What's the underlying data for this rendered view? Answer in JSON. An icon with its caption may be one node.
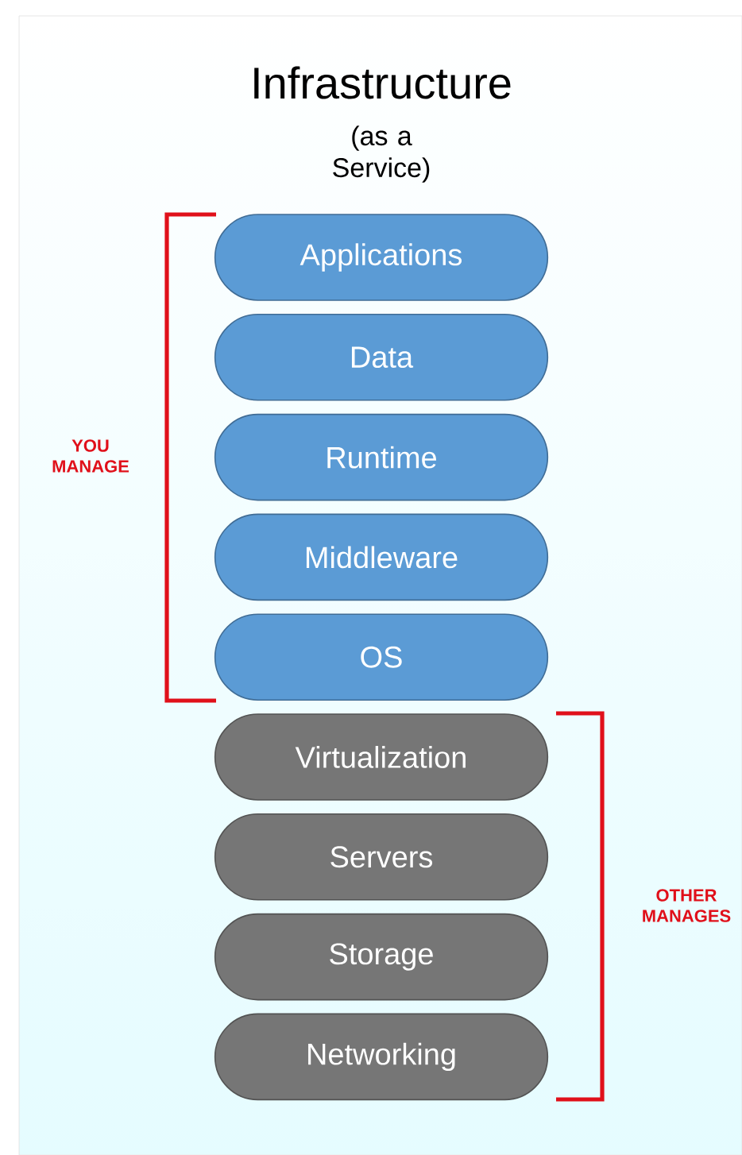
{
  "diagram": {
    "title": "Infrastructure",
    "nodes": [
      {
        "text": [
          "Applications"
        ]
      },
      {
        "text": [
          "Data"
        ]
      },
      {
        "text": [
          "Runtime"
        ]
      },
      {
        "text": [
          "Middleware"
        ]
      },
      {
        "text": [
          "OS"
        ]
      },
      {
        "text": [
          "Virtualization"
        ]
      },
      {
        "text": [
          "Servers"
        ]
      },
      {
        "text": [
          "Storage"
        ]
      },
      {
        "text": [
          "Networking"
        ]
      }
    ],
    "labels": [
      "(as a Service)",
      "YOU MANAGE",
      "OTHER MANAGES"
    ]
  }
}
